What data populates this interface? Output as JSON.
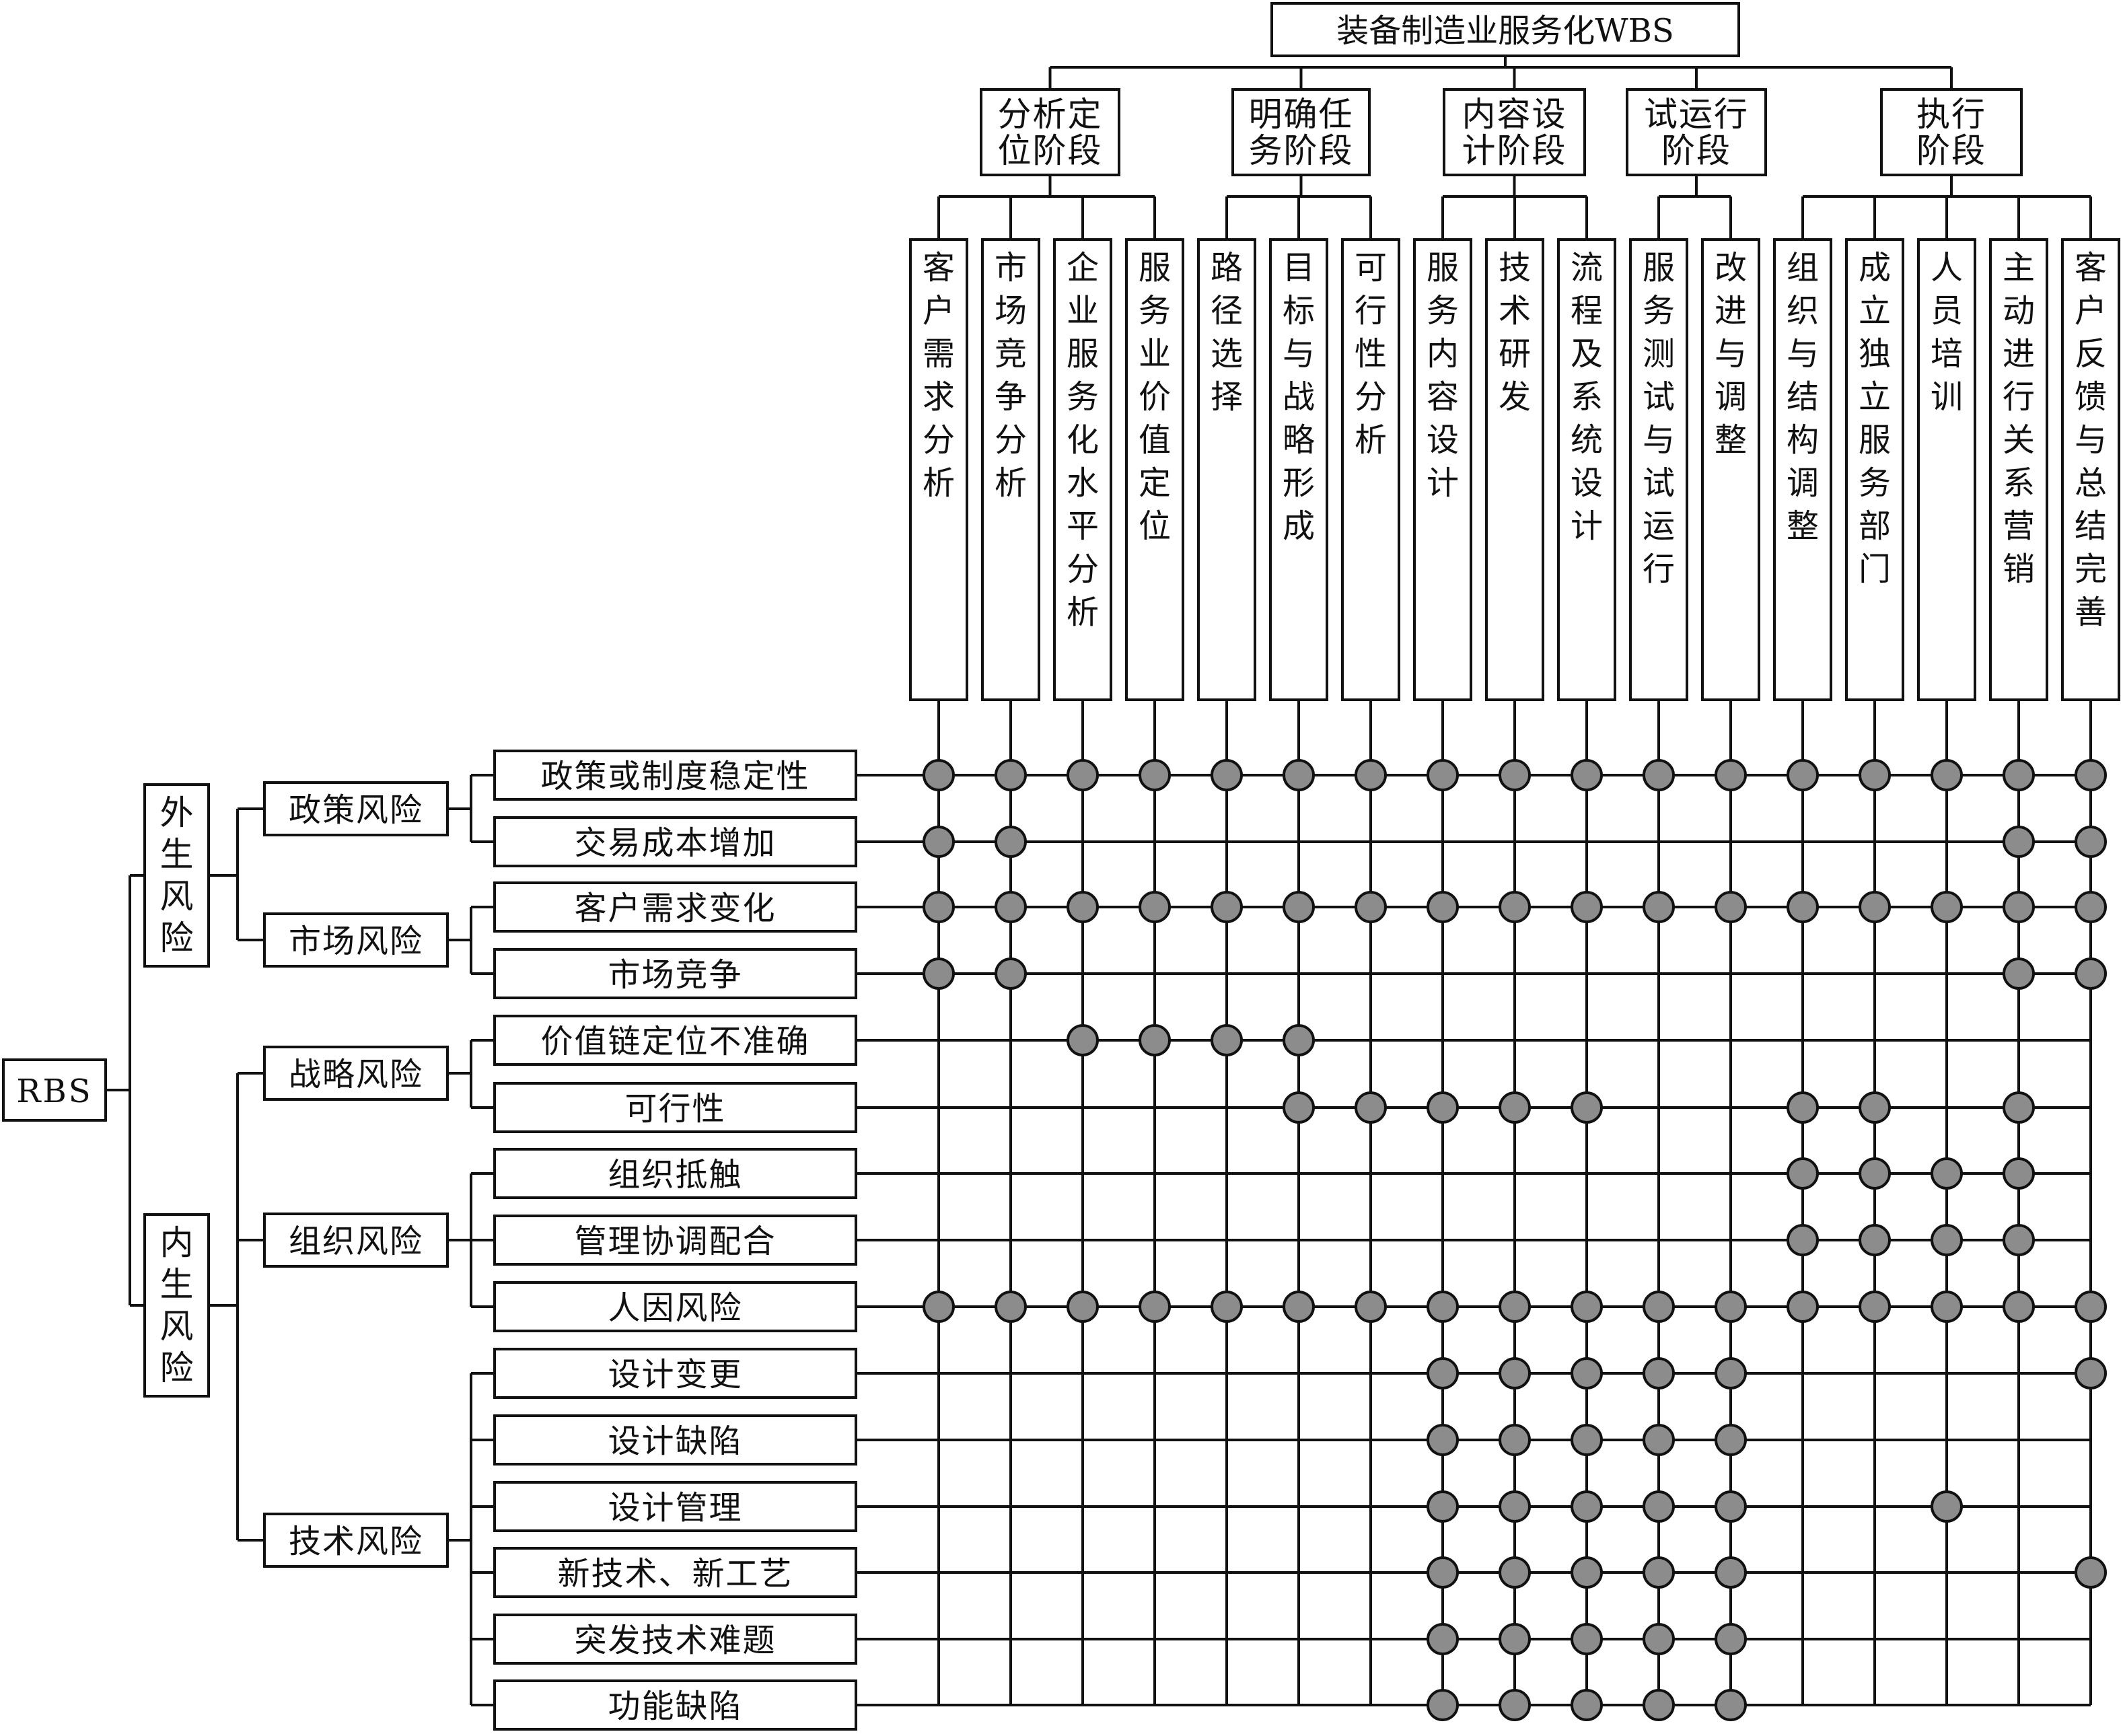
{
  "wbs": {
    "root": "装备制造业服务化WBS",
    "stages": [
      {
        "lines": [
          "分析定",
          "位阶段"
        ]
      },
      {
        "lines": [
          "明确任",
          "务阶段"
        ]
      },
      {
        "lines": [
          "内容设",
          "计阶段"
        ]
      },
      {
        "lines": [
          "试运行",
          "阶段"
        ]
      },
      {
        "lines": [
          "执行",
          "阶段"
        ]
      }
    ],
    "tasks": [
      "客户需求分析",
      "市场竞争分析",
      "企业服务化水平分析",
      "服务业价值定位",
      "路径选择",
      "目标与战略形成",
      "可行性分析",
      "服务内容设计",
      "技术研发",
      "流程及系统设计",
      "服务测试与试运行",
      "改进与调整",
      "组织与结构调整",
      "成立独立服务部门",
      "人员培训",
      "主动进行关系营销",
      "客户反馈与总结完善"
    ]
  },
  "rbs": {
    "root": "RBS",
    "groups": [
      {
        "label": "外生风险",
        "lines": [
          "外",
          "生",
          "风",
          "险"
        ]
      },
      {
        "label": "内生风险",
        "lines": [
          "内",
          "生",
          "风",
          "险"
        ]
      }
    ],
    "categories": [
      "政策风险",
      "市场风险",
      "战略风险",
      "组织风险",
      "技术风险"
    ],
    "risks": [
      "政策或制度稳定性",
      "交易成本增加",
      "客户需求变化",
      "市场竞争",
      "价值链定位不准确",
      "可行性",
      "组织抵触",
      "管理协调配合",
      "人因风险",
      "设计变更",
      "设计缺陷",
      "设计管理",
      "新技术、新工艺",
      "突发技术难题",
      "功能缺陷"
    ]
  },
  "matrix": [
    [
      1,
      1,
      1,
      1,
      1,
      1,
      1,
      1,
      1,
      1,
      1,
      1,
      1,
      1,
      1,
      1,
      1
    ],
    [
      1,
      1,
      0,
      0,
      0,
      0,
      0,
      0,
      0,
      0,
      0,
      0,
      0,
      0,
      0,
      1,
      1
    ],
    [
      1,
      1,
      1,
      1,
      1,
      1,
      1,
      1,
      1,
      1,
      1,
      1,
      1,
      1,
      1,
      1,
      1
    ],
    [
      1,
      1,
      0,
      0,
      0,
      0,
      0,
      0,
      0,
      0,
      0,
      0,
      0,
      0,
      0,
      1,
      1
    ],
    [
      0,
      0,
      1,
      1,
      1,
      1,
      0,
      0,
      0,
      0,
      0,
      0,
      0,
      0,
      0,
      0,
      0
    ],
    [
      0,
      0,
      0,
      0,
      0,
      1,
      1,
      1,
      1,
      1,
      0,
      0,
      1,
      1,
      0,
      1,
      0
    ],
    [
      0,
      0,
      0,
      0,
      0,
      0,
      0,
      0,
      0,
      0,
      0,
      0,
      1,
      1,
      1,
      1,
      0
    ],
    [
      0,
      0,
      0,
      0,
      0,
      0,
      0,
      0,
      0,
      0,
      0,
      0,
      1,
      1,
      1,
      1,
      0
    ],
    [
      1,
      1,
      1,
      1,
      1,
      1,
      1,
      1,
      1,
      1,
      1,
      1,
      1,
      1,
      1,
      1,
      1
    ],
    [
      0,
      0,
      0,
      0,
      0,
      0,
      0,
      1,
      1,
      1,
      1,
      1,
      0,
      0,
      0,
      0,
      1
    ],
    [
      0,
      0,
      0,
      0,
      0,
      0,
      0,
      1,
      1,
      1,
      1,
      1,
      0,
      0,
      0,
      0,
      0
    ],
    [
      0,
      0,
      0,
      0,
      0,
      0,
      0,
      1,
      1,
      1,
      1,
      1,
      0,
      0,
      1,
      0,
      0
    ],
    [
      0,
      0,
      0,
      0,
      0,
      0,
      0,
      1,
      1,
      1,
      1,
      1,
      0,
      0,
      0,
      0,
      1
    ],
    [
      0,
      0,
      0,
      0,
      0,
      0,
      0,
      1,
      1,
      1,
      1,
      1,
      0,
      0,
      0,
      0,
      0
    ],
    [
      0,
      0,
      0,
      0,
      0,
      0,
      0,
      1,
      1,
      1,
      1,
      1,
      0,
      0,
      0,
      0,
      0
    ]
  ],
  "colors": {
    "line": "#111111",
    "node_fill": "#8c8c8c",
    "box_fill": "#ffffff"
  }
}
